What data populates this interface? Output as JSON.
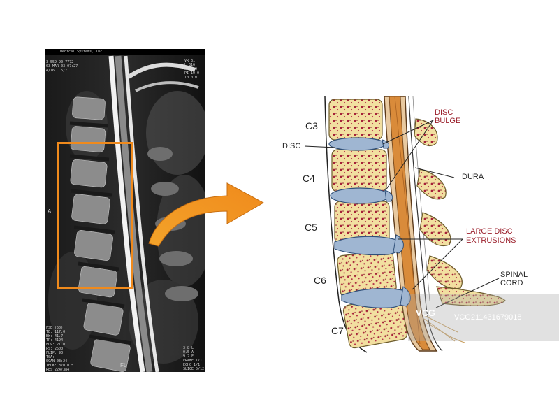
{
  "mri": {
    "header_text": "Medical Systems, Inc.",
    "top_left": "3 559 90 7772\n03 MAR 03 07:27\n4/16   5/7",
    "top_right": "VR 81\nL 316\nZ 1.00\nPI 10.0\n10.0 m",
    "side_label": "A",
    "bottom_left": "FSE (50)\nTE: 117.0\nBW: 41.7\nTR: 4194\nFOV: 21.0\nPS: 2500\nFLIP: 90\nTSA: -\nSCAN 03:24\nTHCK: 3/0 0.5\nRES 224/384",
    "bottom_center": "FL",
    "bottom_right": "3 8 L\n0.5 A\n9.2 F\nFRAME 1/1\nECHO 1/1\nSLICE 5/12"
  },
  "diagram": {
    "levels": [
      "C3",
      "C4",
      "C5",
      "C6",
      "C7"
    ],
    "labels": {
      "disc": "DISC",
      "disc_bulge_1": "DISC",
      "disc_bulge_2": "BULGE",
      "dura": "DURA",
      "extrusions_1": "LARGE DISC",
      "extrusions_2": "EXTRUSIONS",
      "cord_1": "SPINAL",
      "cord_2": "CORD"
    }
  },
  "watermark": {
    "logo": "VCG",
    "id": "VCG211431679018"
  },
  "colors": {
    "roi": "#f08a1c",
    "arrow": "#f39a1e",
    "bone": "#f2dfa0",
    "disc": "#9fb6d2",
    "cord": "#d98b3a",
    "red_label": "#9b1f2b"
  }
}
